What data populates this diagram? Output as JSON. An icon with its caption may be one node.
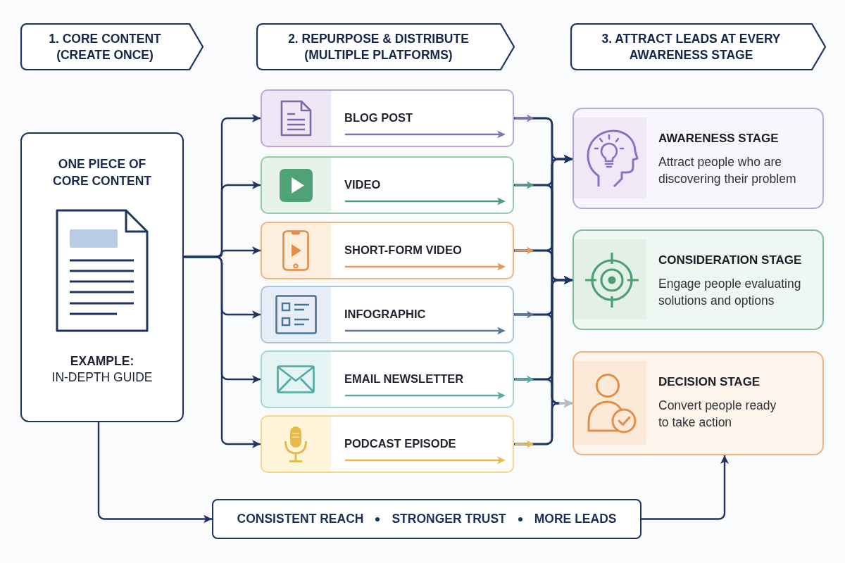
{
  "diagram": {
    "nodes": [
      {
        "text": [
          "1. CORE CONTENT (CREATE ONCE)"
        ]
      },
      {
        "text": [
          "2. REPURPOSE & DISTRIBUTE (MULTIPLE PLATFORMS)"
        ]
      },
      {
        "text": [
          "3. ATTRACT LEADS AT EVERY AWARENESS STAGE"
        ]
      },
      {
        "text": [
          "ONE PIECE OF CORE CONTENT",
          "**EXAMPLE:** IN-DEPTH GUIDE"
        ]
      },
      {
        "text": [
          "BLOG POST"
        ]
      },
      {
        "text": [
          "VIDEO"
        ]
      },
      {
        "text": [
          "SHORT-FORM VIDEO"
        ]
      },
      {
        "text": [
          "INFOGRAPHIC"
        ]
      },
      {
        "text": [
          "EMAIL NEWSLETTER"
        ]
      },
      {
        "text": [
          "PODCAST EPISODE"
        ]
      },
      {
        "text": [
          "AWARENESS STAGE",
          "Attract people who are discovering their problem"
        ]
      },
      {
        "text": [
          "CONSIDERATION STAGE",
          "Engage people evaluating solutions and options"
        ]
      },
      {
        "text": [
          "DECISION STAGE",
          "Convert people ready to take action"
        ]
      },
      {
        "text": [
          "CONSISTENT REACH",
          "STRONGER TRUST",
          "MORE LEADS"
        ]
      }
    ],
    "edges": [
      {
        "from": 3,
        "to": 4,
        "arrow": "to"
      },
      {
        "from": 3,
        "to": 5,
        "arrow": "to"
      },
      {
        "from": 3,
        "to": 6,
        "arrow": "to"
      },
      {
        "from": 3,
        "to": 7,
        "arrow": "to"
      },
      {
        "from": 3,
        "to": 8,
        "arrow": "to"
      },
      {
        "from": 3,
        "to": 9,
        "arrow": "to"
      },
      {
        "from": 4,
        "to": 10,
        "arrow": "to"
      },
      {
        "from": 4,
        "to": 11,
        "arrow": "to"
      },
      {
        "from": 4,
        "to": 12,
        "arrow": "to",
        "color": "#b9b9c4"
      },
      {
        "from": 5,
        "to": 10,
        "arrow": "to"
      },
      {
        "from": 5,
        "to": 11,
        "arrow": "to"
      },
      {
        "from": 5,
        "to": 12,
        "arrow": "to",
        "color": "#b9b9c4"
      },
      {
        "from": 6,
        "to": 10,
        "arrow": "to"
      },
      {
        "from": 6,
        "to": 11,
        "arrow": "to"
      },
      {
        "from": 6,
        "to": 12,
        "arrow": "to",
        "color": "#b9b9c4"
      },
      {
        "from": 7,
        "to": 10,
        "arrow": "to"
      },
      {
        "from": 7,
        "to": 11,
        "arrow": "to"
      },
      {
        "from": 7,
        "to": 12,
        "arrow": "to",
        "color": "#b9b9c4"
      },
      {
        "from": 8,
        "to": 10,
        "arrow": "to"
      },
      {
        "from": 8,
        "to": 11,
        "arrow": "to"
      },
      {
        "from": 8,
        "to": 12,
        "arrow": "to",
        "color": "#b9b9c4"
      },
      {
        "from": 9,
        "to": 10,
        "arrow": "to"
      },
      {
        "from": 9,
        "to": 11,
        "arrow": "to"
      },
      {
        "from": 9,
        "to": 12,
        "arrow": "to",
        "color": "#b9b9c4"
      },
      {
        "from": 3,
        "to": 13,
        "arrow": "to"
      },
      {
        "from": 13,
        "to": 12,
        "arrow": "to"
      }
    ]
  }
}
